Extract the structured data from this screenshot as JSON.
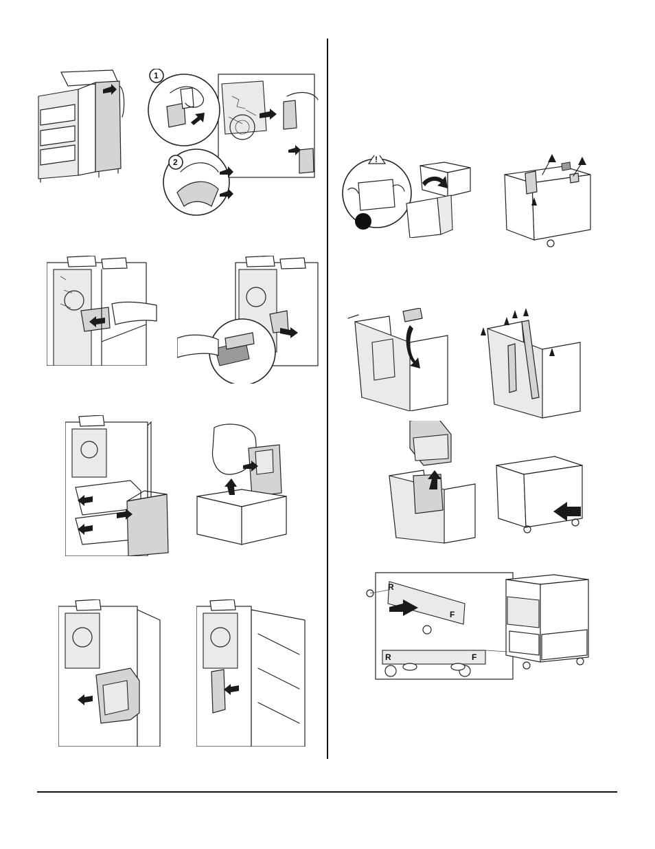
{
  "page": {
    "figures": [
      {
        "id": "fig-finisher-open-front-door",
        "description_icon": "printer-finisher-icon"
      },
      {
        "id": "fig-remove-packing-tape-callouts",
        "callouts": [
          "1",
          "2"
        ]
      },
      {
        "id": "fig-pull-out-stapler-unit"
      },
      {
        "id": "fig-stapler-unit-detail"
      },
      {
        "id": "fig-remove-packing-from-finisher"
      },
      {
        "id": "fig-unpack-booklet-maker"
      },
      {
        "id": "fig-insert-booklet-maker"
      },
      {
        "id": "fig-booklet-maker-installed"
      },
      {
        "id": "fig-lift-tray-heavy-warning",
        "warning_icon": "warning-triangle-icon",
        "weight_icon": "weight-icon"
      },
      {
        "id": "fig-remove-tray-tape"
      },
      {
        "id": "fig-remove-drawer-spacer"
      },
      {
        "id": "fig-remove-drawer-tapes"
      },
      {
        "id": "fig-remove-drawer-insert"
      },
      {
        "id": "fig-push-tray-module"
      },
      {
        "id": "fig-attach-bracket",
        "bracket_labels": [
          "R",
          "F",
          "R",
          "F"
        ]
      }
    ]
  },
  "colors": {
    "line": "#222222",
    "shade": "#d4d4d4",
    "arrow": "#1a1a1a"
  }
}
